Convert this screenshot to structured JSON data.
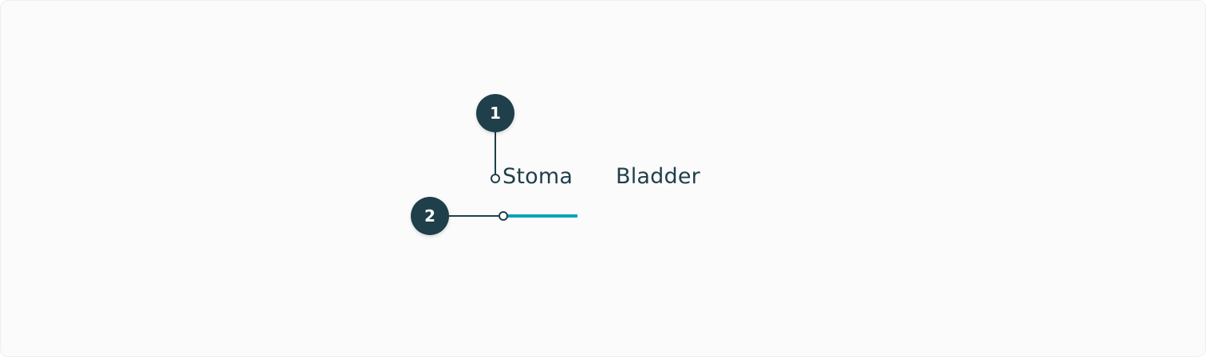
{
  "tabs": [
    {
      "label": "Stoma",
      "selected": true
    },
    {
      "label": "Bladder",
      "selected": false
    }
  ],
  "annotations": [
    {
      "number": "1",
      "target": "tab label"
    },
    {
      "number": "2",
      "target": "selected tab indicator"
    }
  ],
  "colors": {
    "badge": "#1f3f4a",
    "text": "#1f3f4a",
    "indicator": "#00a3b8",
    "background": "#fbfbfb"
  }
}
